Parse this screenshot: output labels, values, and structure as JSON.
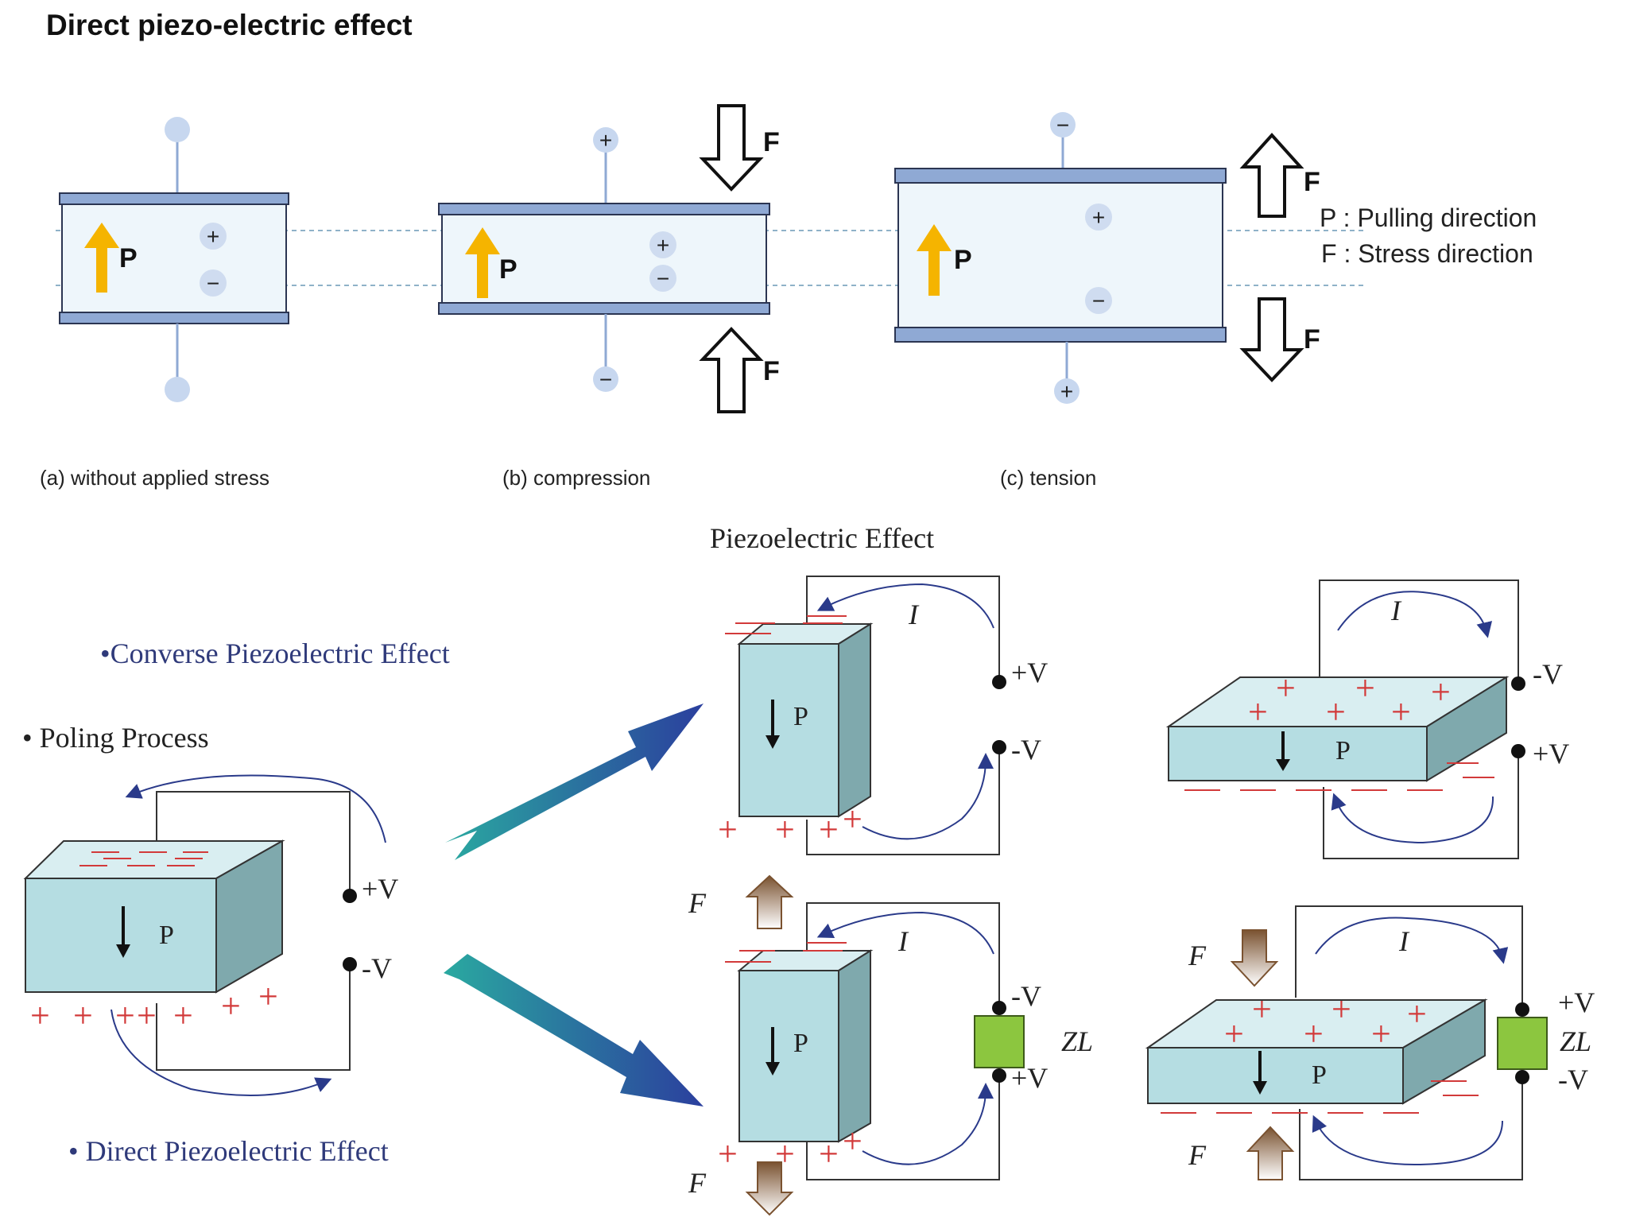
{
  "top": {
    "title": "Direct piezo-electric effect",
    "caption_a": "(a) without applied stress",
    "caption_b": "(b) compression",
    "caption_c": "(c) tension",
    "p_label": "P",
    "f_label": "F",
    "plus": "+",
    "minus": "−",
    "legend_p": "P : Pulling direction",
    "legend_f": "F : Stress direction"
  },
  "bottom": {
    "title": "Piezoelectric Effect",
    "converse_label": "•Converse Piezoelectric Effect",
    "poling_label": "• Poling Process",
    "direct_label": "• Direct Piezoelectric Effect",
    "p_label": "P",
    "i_label": "I",
    "f_label": "F",
    "zl_label": "ZL",
    "plus_v": "+V",
    "minus_v": "-V"
  },
  "colors": {
    "plate": "#8fa9d4",
    "crystal": "#eef6fb",
    "arrow_p": "#f5b400",
    "block_front": "#b5dde2",
    "block_top": "#d9eef1",
    "block_side": "#7fa9ad",
    "charge": "#d23a3a",
    "current": "#2a3a8a",
    "load": "#8cc63f"
  }
}
